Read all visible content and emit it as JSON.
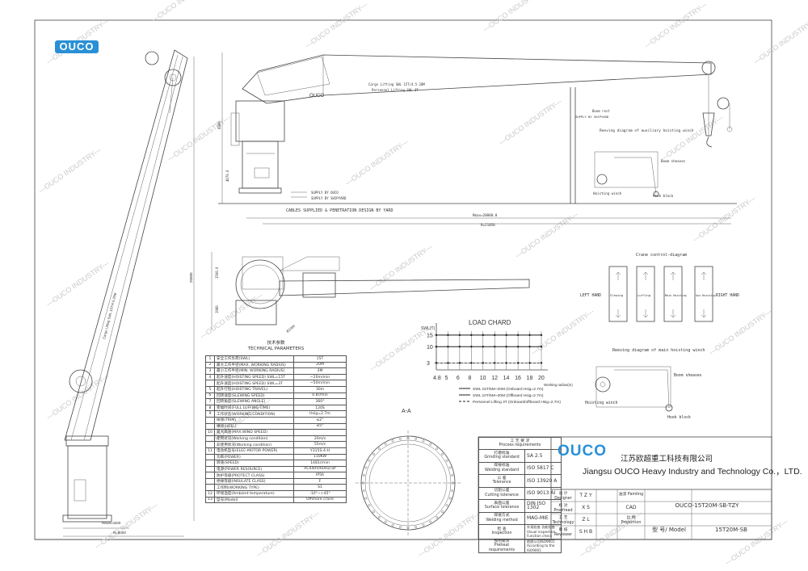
{
  "brand": {
    "logo": "OUCO",
    "accent": "#2a90d6"
  },
  "watermark": "OUCO INDUSTRY",
  "elevation": {
    "dims": {
      "total_length": "R=21050",
      "rmax": "Rmax=20000.0",
      "h1": "6800",
      "h2": "4670.0"
    },
    "boom_label_1": "Cargo Lifting SWL 15T/4.5-20M",
    "boom_label_2": "Personnel Lifting SWL 3T",
    "boom_brand": "OUCO",
    "boom_rest": "Boom rest",
    "supply_shipyard": "SUPPLY BY SHIPYARD",
    "supply_ouco": "SUPPLY BY OUCO",
    "cables": "CABLES SUPPLIED & PENETRATION DESIGN BY YARD",
    "reeving_aux": "Reeving diagram of auxiliary hoisting winch",
    "boom_sheaves": "Boom sheaves",
    "hoisting_winch": "Hoisting winch",
    "hook_block": "Hook block"
  },
  "left_view": {
    "dim_bottom": "R=8000",
    "dim_r": "Ra1a=3400",
    "dim_h": "20000",
    "lift_note": "Cargo Lifting SWL 15T/4.5-20M"
  },
  "plan": {
    "d1": "1500.0",
    "d2": "1980",
    "d3": "Ø2200"
  },
  "control": {
    "title": "Crane control-diagram",
    "left_hand": "LEFT HAND",
    "right_hand": "RIGHT HAND",
    "modes": [
      "Slewing",
      "Luffing",
      "Main Hoisting",
      "Aux Hoisting"
    ]
  },
  "load_chart": {
    "title": "LOAD CHARD",
    "ylabel": "SWL(T)",
    "xlabel": "Working radius(m)",
    "yticks": [
      "15",
      "10",
      "3"
    ],
    "xticks": [
      "4.8",
      "5",
      "6",
      "8",
      "10",
      "12",
      "14",
      "16",
      "18",
      "20"
    ],
    "legend": [
      "SWL 15T/5M~20M (Onboard Hsig=2.7m)",
      "SWL 10T/5M~20M (Offboard Hsig=2.7m)",
      "Personnel Lifting 3T (Onboard/offboard Hsig=2.7m)"
    ]
  },
  "chart_data": {
    "type": "line",
    "title": "LOAD CHARD",
    "xlabel": "Working radius(m)",
    "ylabel": "SWL(T)",
    "x": [
      4.8,
      5,
      6,
      8,
      10,
      12,
      14,
      16,
      18,
      20
    ],
    "ylim": [
      0,
      16
    ],
    "series": [
      {
        "name": "SWL 15T/5M~20M (Onboard Hsig=2.7m)",
        "values": [
          15,
          15,
          15,
          15,
          15,
          15,
          15,
          15,
          15,
          15
        ]
      },
      {
        "name": "SWL 10T/5M~20M (Offboard Hsig=2.7m)",
        "values": [
          10,
          10,
          10,
          10,
          10,
          10,
          10,
          10,
          10,
          10
        ]
      },
      {
        "name": "Personnel Lifting 3T (Onboard/offboard Hsig=2.7m)",
        "values": [
          3,
          3,
          3,
          3,
          3,
          3,
          3,
          3,
          3,
          3
        ]
      }
    ]
  },
  "reeving_main": {
    "title": "Reeving diagram of main hoisting winch",
    "boom_sheaves": "Boom sheaves",
    "hoisting_winch": "Hoisting winch",
    "hook_block": "Hook block"
  },
  "section": {
    "title": "A-A"
  },
  "spec": {
    "title_cn": "技术参数",
    "title_en": "TECHNICAL PARAMETERS",
    "rows": [
      {
        "n": "1",
        "k": "安全工作负荷(SWL)",
        "v": "15T"
      },
      {
        "n": "2",
        "k": "最大工作半径(MAX. WORKING RADIUS)",
        "v": "20M"
      },
      {
        "n": "3",
        "k": "最小工作半径(MIN. WORKING RADIUS)",
        "v": "3M"
      },
      {
        "n": "4",
        "k": "起升速度(HOISTING SPEED)  SWL=15T",
        "v": "~20m/min"
      },
      {
        "n": "",
        "k": "起升速度(HOISTING SPEED)  SWL=3T",
        "v": "~50m/min"
      },
      {
        "n": "5",
        "k": "起升行程(HOISTING TRAVEL)",
        "v": "30m"
      },
      {
        "n": "6",
        "k": "回转速度(SLEWING SPEED)",
        "v": "0.8r/min"
      },
      {
        "n": "7",
        "k": "回转角度(SLEWING ANGLE)",
        "v": "360°"
      },
      {
        "n": "8",
        "k": "变幅时间(FULL LUFFING TIME)",
        "v": "120S"
      },
      {
        "n": "9",
        "k": "工作状态(WORKING CONDITION)",
        "v": "Hsig=2.7m"
      },
      {
        "n": "",
        "k": "纵倾(TRIM)",
        "v": "≤2°"
      },
      {
        "n": "",
        "k": "横倾(HEEL)",
        "v": "≤5°"
      },
      {
        "n": "10",
        "k": "最大风速(MAX.WIND SPEED)",
        "v": ""
      },
      {
        "n": "",
        "k": "使用状况(Working condition)",
        "v": "20m/s"
      },
      {
        "n": "",
        "k": "非使用状况(Working condition)",
        "v": "55m/s"
      },
      {
        "n": "11",
        "k": "电动机型号(ELEC-MOTOR POWER)",
        "v": "Y315S-4-H"
      },
      {
        "n": "",
        "k": "功率(POWER)",
        "v": "110KW"
      },
      {
        "n": "",
        "k": "转速(SPEED)",
        "v": "1481r/min"
      },
      {
        "n": "",
        "k": "电源(POWER RESOURCE)",
        "v": "AC440V/60HZ/3P"
      },
      {
        "n": "",
        "k": "防护等级(PROTECT CLASS)",
        "v": "IP56"
      },
      {
        "n": "",
        "k": "绝缘等级(INSULATE CLASS)",
        "v": "F"
      },
      {
        "n": "",
        "k": "工作制(WORKING TYPE)",
        "v": "S1"
      },
      {
        "n": "12",
        "k": "环境温度(Ambient temperature)",
        "v": "-10°~+45°"
      },
      {
        "n": "13",
        "k": "型号(Model)",
        "v": "Offshore crane"
      }
    ]
  },
  "process": {
    "header_cn": "工 艺 要 求",
    "header_en": "Process requirements",
    "rows": [
      {
        "cn": "打磨标准",
        "en": "Grinding standard",
        "v": "SA  2.5"
      },
      {
        "cn": "焊接标准",
        "en": "Welding standard",
        "v": "ISO  5817  C"
      },
      {
        "cn": "公 差",
        "en": "Tolerance",
        "v": "ISO  13920  A"
      },
      {
        "cn": "切割公差",
        "en": "Cutting tolerance",
        "v": "ISO  9013  AI"
      },
      {
        "cn": "表面公差",
        "en": "Surface tolerance",
        "v": "DIN  ISO  1302"
      },
      {
        "cn": "焊接方式",
        "en": "Welding method",
        "v": "MAG-MIE"
      },
      {
        "cn": "检 查",
        "en": "Inspection",
        "v": "外观检查  功能检查  Visual inspection  Function check"
      },
      {
        "cn": "预热要求",
        "en": "Preheat requirements",
        "v": "依照公司ISO9001  According to the ISO9001"
      }
    ]
  },
  "title_block": {
    "logo": "OUCO",
    "company_cn": "江苏欧超重工科技有限公司",
    "company_en": "Jiangsu OUCO Heavy Industry and Technology Co.，LTD.",
    "designer_label": "设 计  Designer",
    "designer": "T Z Y",
    "proofread_label": "校 对  Proofread",
    "proofread": "X S",
    "technology_label": "工 艺  Technology",
    "technology": "Z L",
    "reviewer_label": "审 核  Reviewer",
    "reviewer": "S H B",
    "painting_label": "油漆  Painting",
    "cad": "CAD",
    "proportion_label": "比 例  Proportion",
    "drawing_no": "OUCO-15T20M-SB-TZY",
    "model_label": "型 号/ Model",
    "model": "15T20M-SB"
  }
}
